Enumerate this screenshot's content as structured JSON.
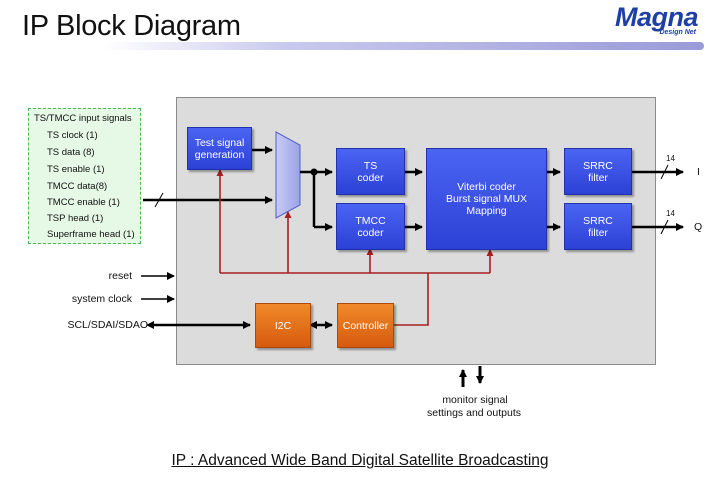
{
  "header": {
    "title": "IP Block Diagram"
  },
  "logo": {
    "name": "Magna",
    "tagline": "Design Net"
  },
  "inputs": {
    "title": "TS/TMCC input signals",
    "items": [
      "TS clock (1)",
      "TS data (8)",
      "TS enable (1)",
      "TMCC data(8)",
      "TMCC enable (1)",
      "TSP head (1)",
      "Superframe head (1)"
    ]
  },
  "blocks": {
    "test_signal": [
      "Test signal",
      "generation"
    ],
    "ts_coder": [
      "TS",
      "coder"
    ],
    "tmcc_coder": [
      "TMCC",
      "coder"
    ],
    "viterbi": [
      "Viterbi coder",
      "Burst signal MUX",
      "Mapping"
    ],
    "srrc_i": [
      "SRRC",
      "filter"
    ],
    "srrc_q": [
      "SRRC",
      "filter"
    ],
    "i2c": "I2C",
    "controller": "Controller"
  },
  "signals": {
    "reset": "reset",
    "system_clock": "system clock",
    "scl": "SCL/SDAI/SDAO",
    "out_i": "I",
    "out_q": "Q",
    "bus_width_i": "14",
    "bus_width_q": "14",
    "monitor_line1": "monitor signal",
    "monitor_line2": "settings and outputs"
  },
  "caption": "IP : Advanced Wide Band Digital Satellite Broadcasting"
}
